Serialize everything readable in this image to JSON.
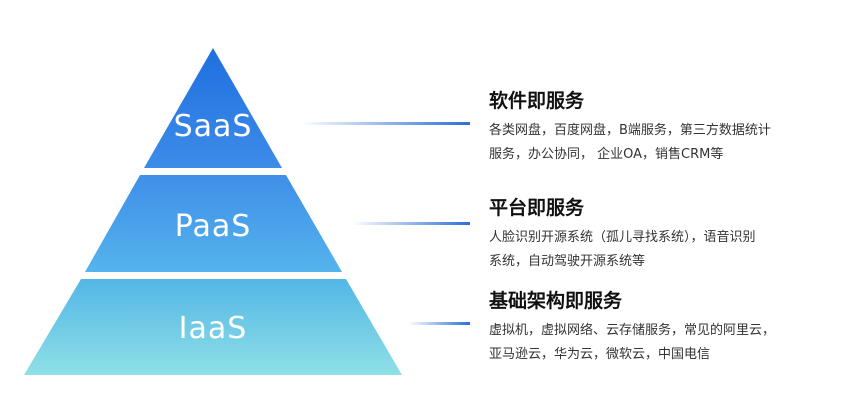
{
  "colors": {
    "saas_top": "#1f6fe0",
    "saas_bottom": "#3d8ce9",
    "paas_top": "#3f8fe8",
    "paas_bottom": "#55b3ec",
    "iaas_top": "#52b6e6",
    "iaas_bottom": "#8fe0e6",
    "connector": "#2a6fd8"
  },
  "tiers": {
    "saas": {
      "label": "SaaS",
      "title": "软件即服务",
      "lines": [
        "各类网盘，百度网盘，B端服务，第三方数据统计",
        "服务，办公协同， 企业OA，销售CRM等"
      ]
    },
    "paas": {
      "label": "PaaS",
      "title": "平台即服务",
      "lines": [
        "人脸识别开源系统（孤儿寻找系统），语音识别",
        "系统，自动驾驶开源系统等"
      ]
    },
    "iaas": {
      "label": "IaaS",
      "title": "基础架构即服务",
      "lines": [
        "虚拟机，虚拟网络、云存储服务，常见的阿里云，",
        "亚马逊云，华为云，微软云，中国电信"
      ]
    }
  }
}
